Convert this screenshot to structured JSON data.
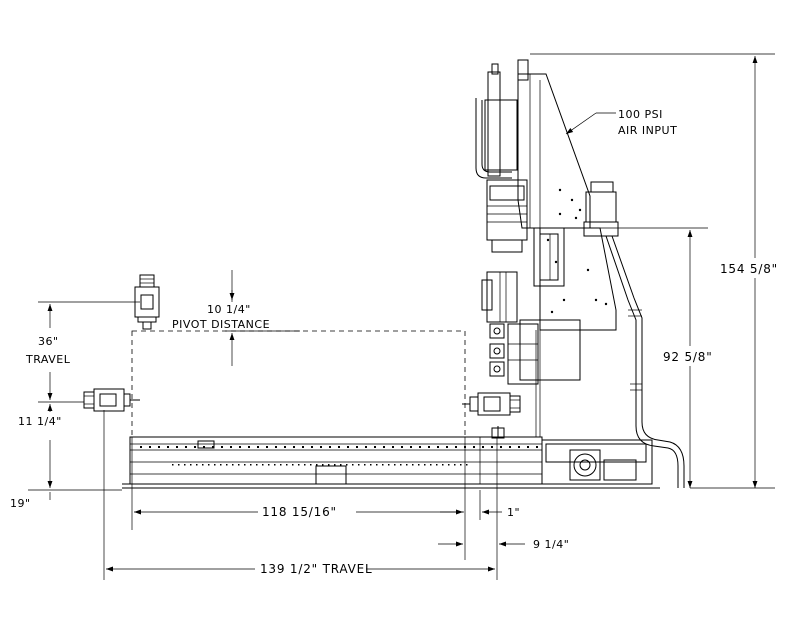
{
  "dimensions": {
    "overall_height": "154 5/8\"",
    "table_height": "92 5/8\"",
    "pivot_height": "10 1/4\"",
    "pivot_label": "PIVOT DISTANCE",
    "vertical_travel_value": "36\"",
    "vertical_travel_label": "TRAVEL",
    "spindle_height": "11 1/4\"",
    "base_height": "19\"",
    "table_length": "118 15/16\"",
    "offset_small": "1\"",
    "offset_right": "9 1/4\"",
    "horizontal_travel": "139 1/2\" TRAVEL"
  },
  "callouts": {
    "air_line1": "100 PSI",
    "air_line2": "AIR INPUT"
  }
}
